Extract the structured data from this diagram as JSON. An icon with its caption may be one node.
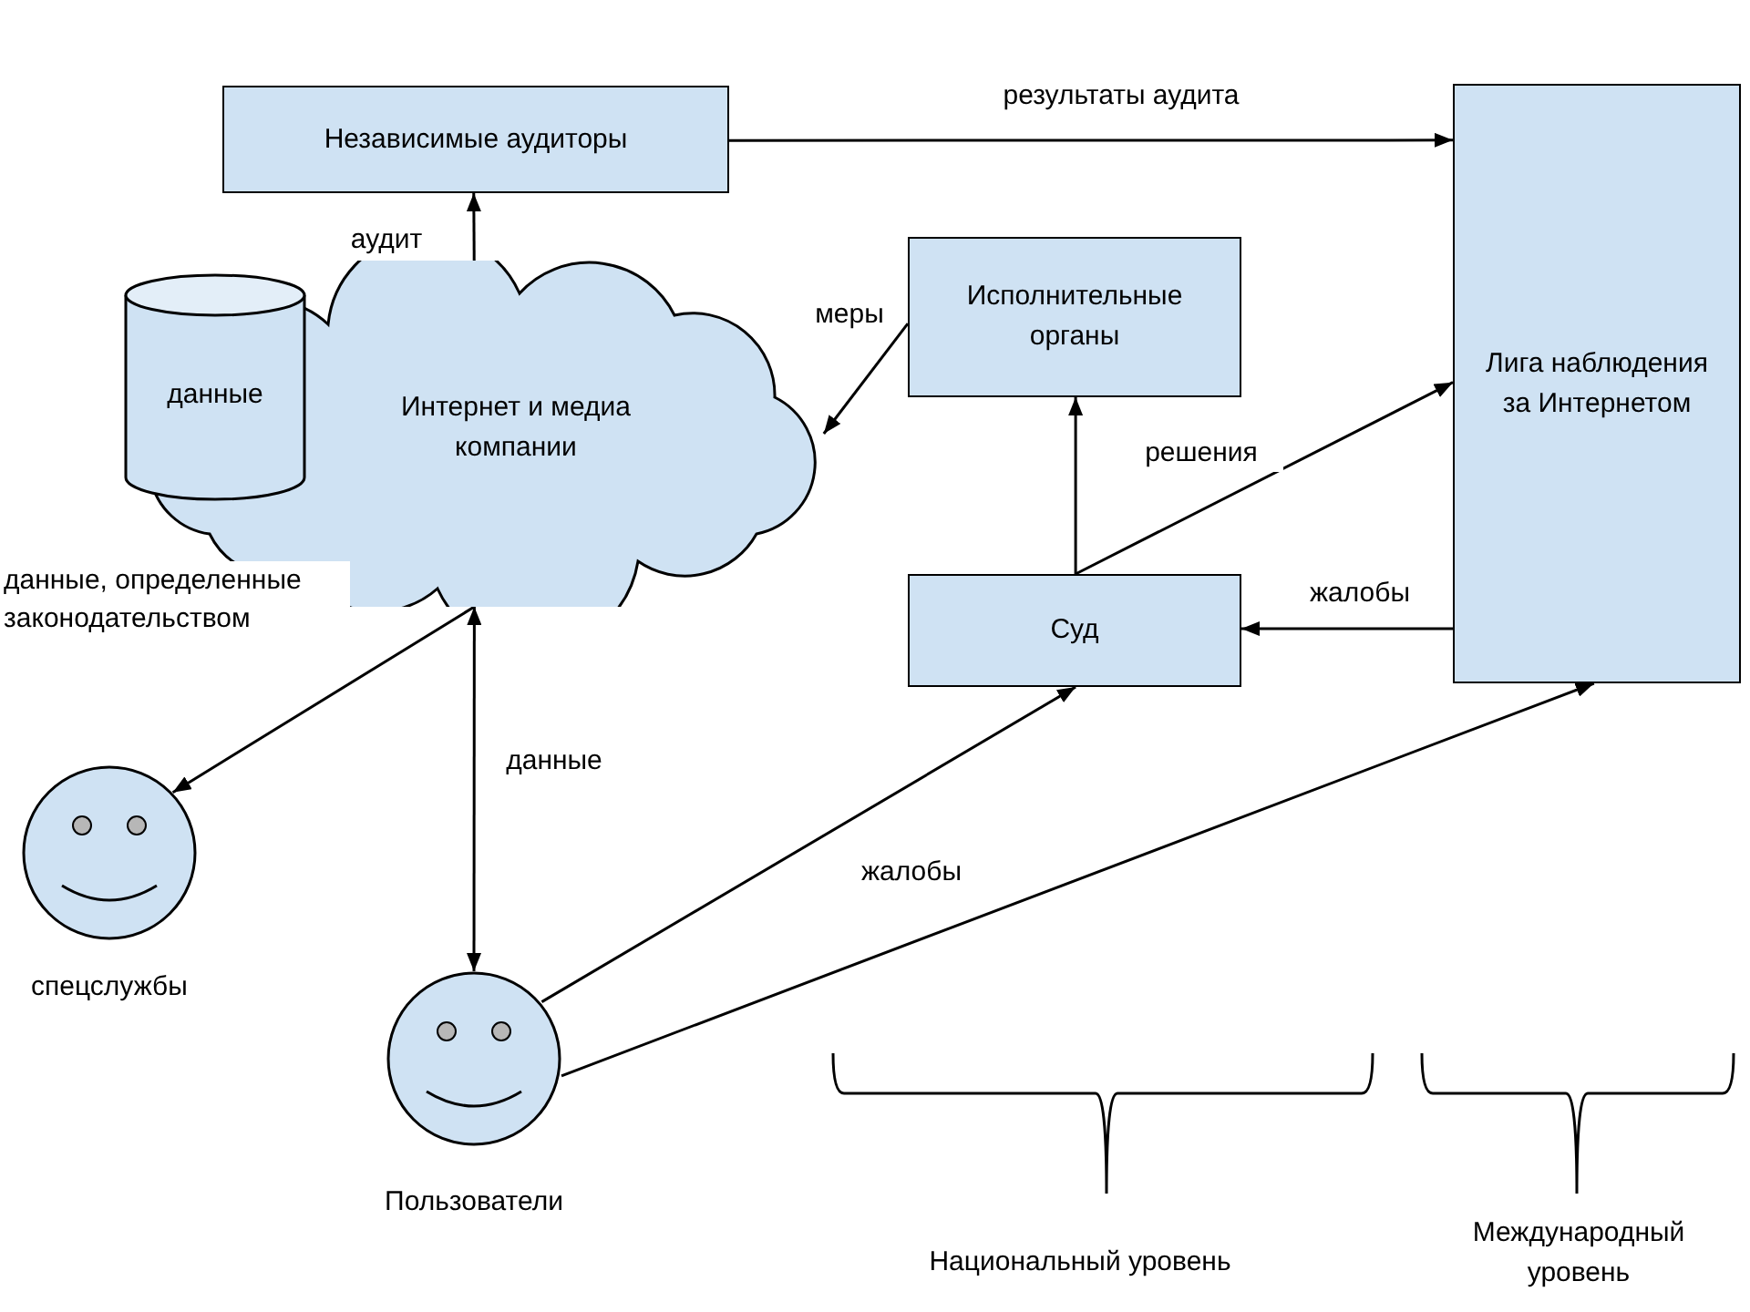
{
  "diagram": {
    "nodes": [
      {
        "text": [
          "Независимые аудиторы"
        ]
      },
      {
        "text": [
          "Интернет и медиа компании"
        ]
      },
      {
        "text": [
          "данные"
        ]
      },
      {
        "text": [
          "Исполнительные органы"
        ]
      },
      {
        "text": [
          "Лига наблюдения за Интернетом"
        ]
      },
      {
        "text": [
          "Суд"
        ]
      },
      {
        "text": [
          "спецслужбы"
        ]
      },
      {
        "text": [
          "Пользователи"
        ]
      }
    ],
    "edges": [
      {
        "from": 0,
        "to": 4,
        "arrow": "to",
        "label": "результаты аудита"
      },
      {
        "from": 1,
        "to": 0,
        "arrow": "to",
        "label": "аудит"
      },
      {
        "from": 3,
        "to": 1,
        "arrow": "to",
        "label": "меры"
      },
      {
        "from": 5,
        "to": 3,
        "arrow": "to"
      },
      {
        "from": 5,
        "to": 4,
        "arrow": "to",
        "label": "решения"
      },
      {
        "from": 4,
        "to": 5,
        "arrow": "to",
        "label": "жалобы"
      },
      {
        "from": 1,
        "to": 6,
        "arrow": "to",
        "label": "данные, определенные законодательством"
      },
      {
        "from": 1,
        "to": 7,
        "arrow": "both",
        "label": "данные"
      },
      {
        "from": 7,
        "to": 5,
        "arrow": "to",
        "label": "жалобы"
      },
      {
        "from": 7,
        "to": 4,
        "arrow": "to"
      }
    ],
    "labels": [
      "Национальный уровень",
      "Международный уровень"
    ]
  }
}
